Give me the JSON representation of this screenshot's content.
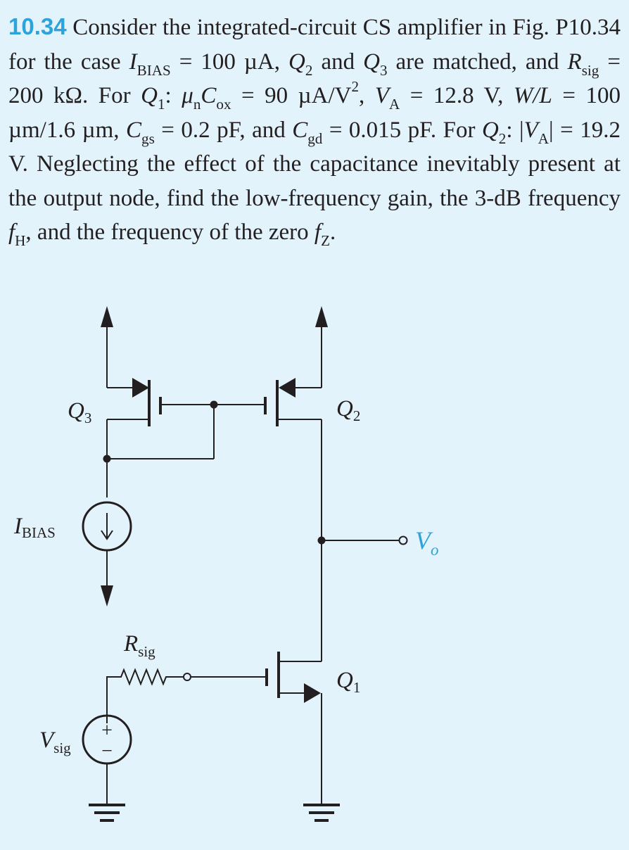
{
  "problem": {
    "number": "10.34",
    "t1": "Consider the integrated-circuit CS amplifier in Fig. P10.34 for the case ",
    "ibias_sym": "I",
    "ibias_sub": "BIAS",
    "t2": " = 100 µA, ",
    "q2_sym": "Q",
    "q2_sub": "2",
    "t3": " and ",
    "q3_sym": "Q",
    "q3_sub": "3",
    "t4": " are matched, and ",
    "rsig_sym": "R",
    "rsig_sub": "sig",
    "t5": " = 200 kΩ. For ",
    "q1_sym": "Q",
    "q1_sub": "1",
    "t6": ": ",
    "mu_sym": "μ",
    "mu_sub": "n",
    "cox_sym": "C",
    "cox_sub": "ox",
    "t7": " = 90 µA/V",
    "t7_sup": "2",
    "t8": ", ",
    "va_sym": "V",
    "va_sub": "A",
    "t9": " = 12.8 V, ",
    "wl": "W/L",
    "t10": " = 100 µm/1.6 µm, ",
    "cgs_sym": "C",
    "cgs_sub": "gs",
    "t11": " = 0.2 pF, and ",
    "cgd_sym": "C",
    "cgd_sub": "gd",
    "t12": " = 0.015 pF. For ",
    "q2b_sym": "Q",
    "q2b_sub": "2",
    "t13": ": |",
    "va2_sym": "V",
    "va2_sub": "A",
    "t14": "| = 19.2 V. Neglecting the effect of the capacitance inevitably present at the output node, find the low-frequency gain, the 3-dB frequency ",
    "fh_sym": "f",
    "fh_sub": "H",
    "t15": ", and the frequency of the zero ",
    "fz_sym": "f",
    "fz_sub": "Z",
    "t16": "."
  },
  "circuit": {
    "q3": {
      "sym": "Q",
      "sub": "3"
    },
    "q2": {
      "sym": "Q",
      "sub": "2"
    },
    "q1": {
      "sym": "Q",
      "sub": "1"
    },
    "ibias": {
      "sym": "I",
      "sub": "BIAS"
    },
    "rsig": {
      "sym": "R",
      "sub": "sig"
    },
    "vsig": {
      "sym": "V",
      "sub": "sig",
      "plus": "+",
      "minus": "−"
    },
    "vo": {
      "sym": "V",
      "sub": "o"
    },
    "output_color": "#2ea3da"
  }
}
